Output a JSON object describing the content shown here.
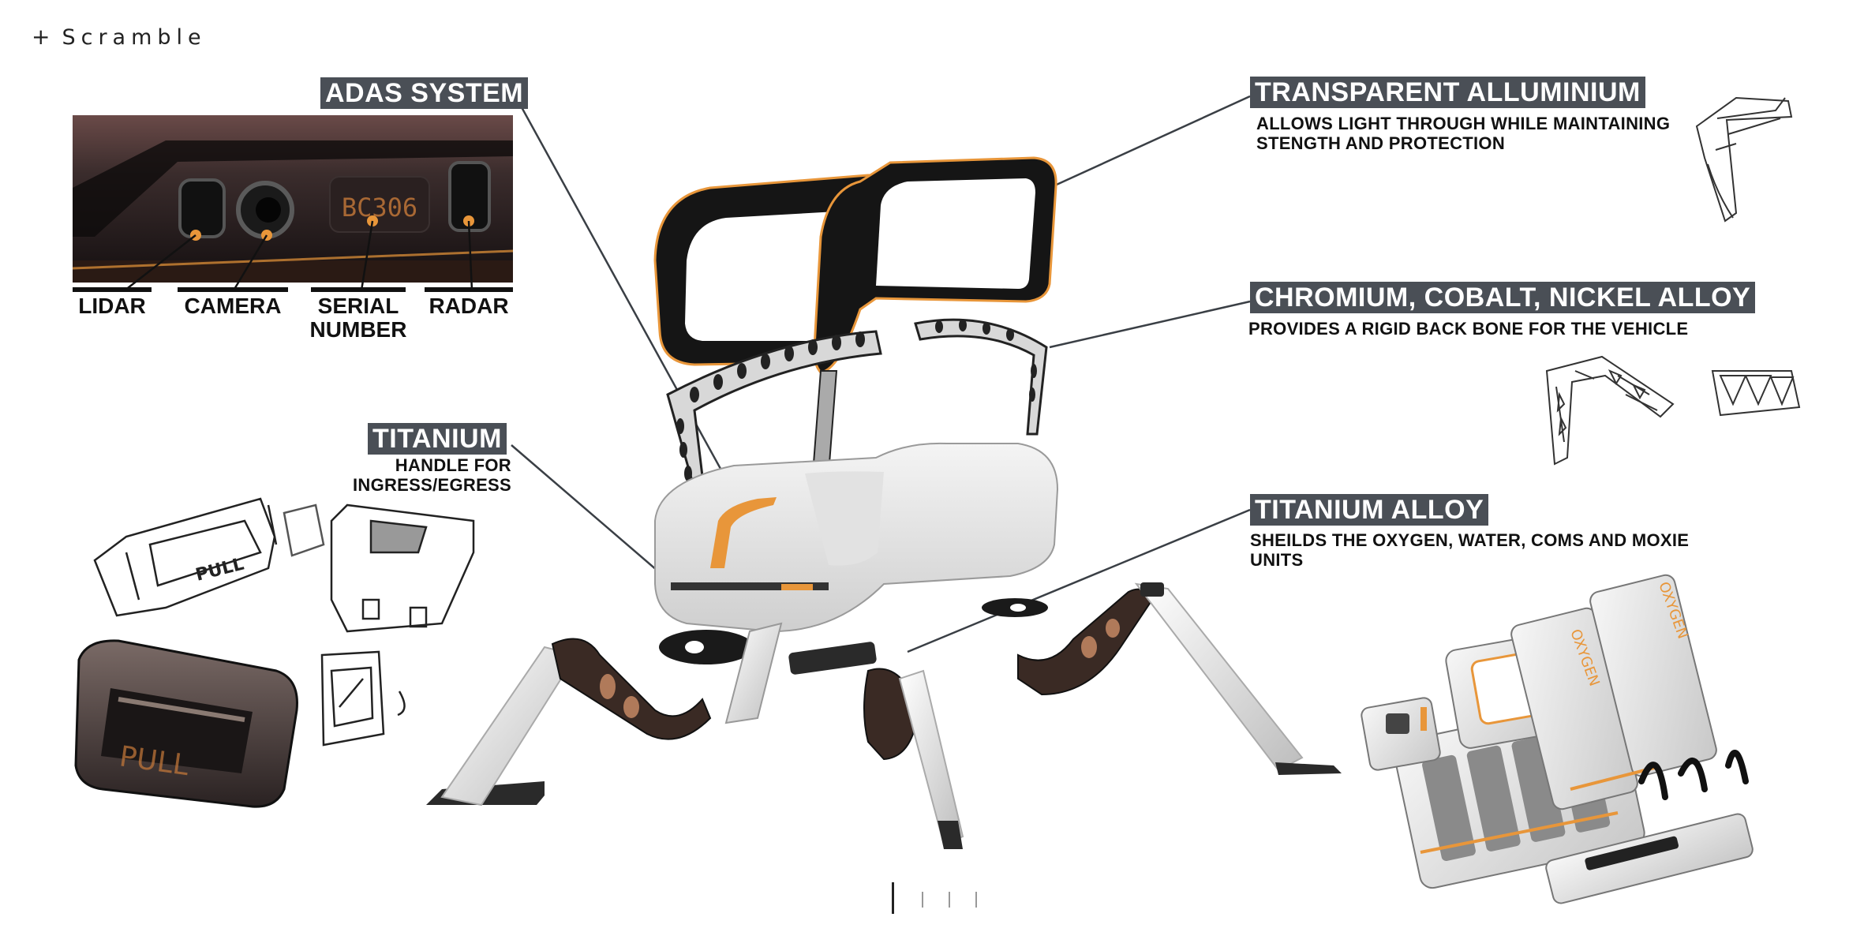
{
  "brand": {
    "plus": "+",
    "name": "Scramble"
  },
  "callouts": {
    "adas": {
      "title": "ADAS SYSTEM"
    },
    "transparent_aluminium": {
      "title": "TRANSPARENT ALLUMINIUM",
      "description": "ALLOWS LIGHT THROUGH WHILE MAINTAINING STENGTH AND PROTECTION"
    },
    "alloy": {
      "title": "CHROMIUM, COBALT, NICKEL ALLOY",
      "description": "PROVIDES A RIGID BACK BONE FOR THE VEHICLE"
    },
    "titanium": {
      "title": "TITANIUM",
      "description": "HANDLE FOR INGRESS/EGRESS"
    },
    "titanium_alloy": {
      "title": "TITANIUM ALLOY",
      "description": "SHEILDS THE OXYGEN, WATER, COMS AND MOXIE UNITS"
    }
  },
  "adas_inset": {
    "display_code": "BC306",
    "labels": {
      "lidar": "LIDAR",
      "camera": "CAMERA",
      "serial_line1": "SERIAL",
      "serial_line2": "NUMBER",
      "radar": "RADAR"
    }
  },
  "handle_text": {
    "sketch": "PULL",
    "render": "PULL"
  },
  "module_text": {
    "oxygen_a": "OXYGEN",
    "oxygen_b": "OXYGEN"
  },
  "pager": {
    "total": 4,
    "active": 0
  },
  "colors": {
    "accent": "#e8963a",
    "tag_bg": "#4a4f56",
    "dark": "#1a1a1a"
  }
}
